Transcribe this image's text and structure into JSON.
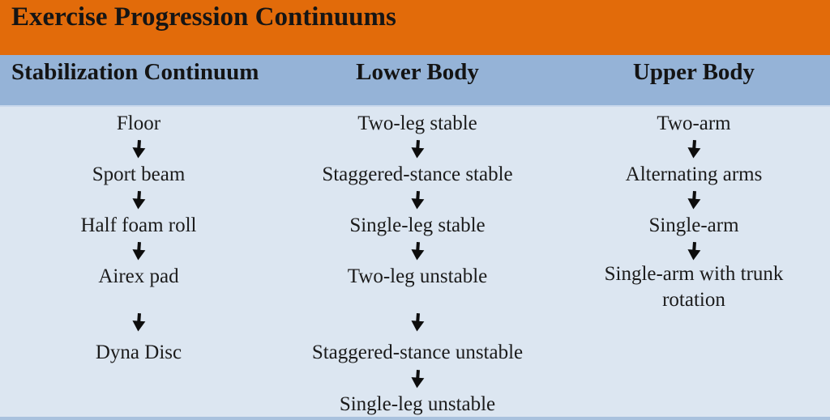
{
  "title": "Exercise Progression Continuums",
  "colors": {
    "title_bg": "#E26B0A",
    "band_bg": "#95B3D7",
    "body_bg": "#DCE6F1",
    "strip_bg": "#A9C2DE",
    "text": "#1A1A1A"
  },
  "icons": {
    "progression_arrow": "down-arrow"
  },
  "columns": [
    {
      "header": "Stabilization Continuum",
      "items": [
        "Floor",
        "Sport beam",
        "Half foam roll",
        "Airex pad",
        "Dyna Disc"
      ]
    },
    {
      "header": "Lower Body",
      "items": [
        "Two-leg stable",
        "Staggered-stance stable",
        "Single-leg stable",
        "Two-leg unstable",
        "Staggered-stance unstable",
        "Single-leg unstable"
      ]
    },
    {
      "header": "Upper Body",
      "items": [
        "Two-arm",
        "Alternating arms",
        "Single-arm",
        "Single-arm with trunk rotation"
      ]
    }
  ]
}
